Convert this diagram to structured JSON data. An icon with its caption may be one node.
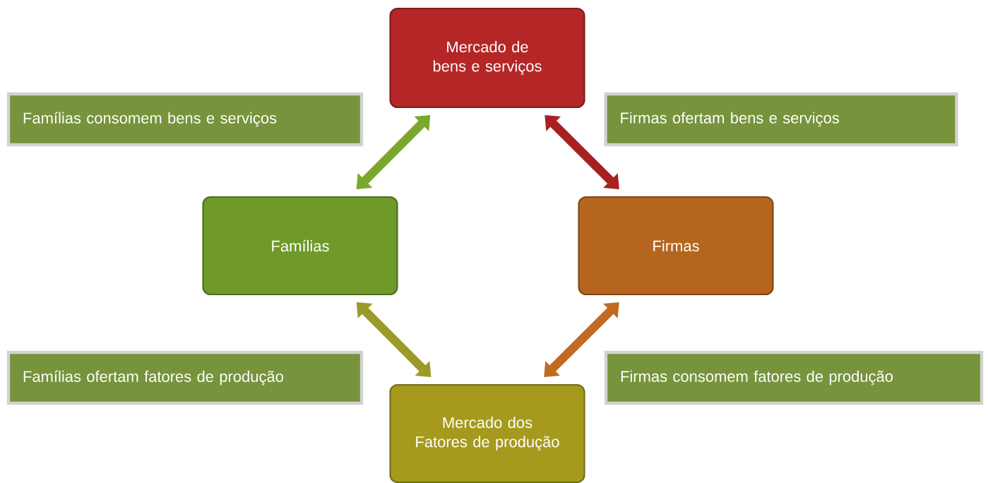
{
  "diagram": {
    "nodes": [
      {
        "text": [
          "Mercado de bens e serviços"
        ]
      },
      {
        "text": [
          "Famílias"
        ]
      },
      {
        "text": [
          "Firmas"
        ]
      },
      {
        "text": [
          "Mercado dos Fatores de produção"
        ]
      },
      {
        "text": [
          "Famílias consomem bens e serviços"
        ]
      },
      {
        "text": [
          "Firmas ofertam bens e serviços"
        ]
      },
      {
        "text": [
          "Famílias ofertam fatores de produção"
        ]
      },
      {
        "text": [
          "Firmas consomem fatores de produção"
        ]
      }
    ],
    "edges": [
      {
        "from": 0,
        "to": 1,
        "arrow": "both",
        "color": "#7aa82c"
      },
      {
        "from": 0,
        "to": 2,
        "arrow": "both",
        "color": "#a82020"
      },
      {
        "from": 1,
        "to": 3,
        "arrow": "both",
        "color": "#9c9a28"
      },
      {
        "from": 2,
        "to": 3,
        "arrow": "both",
        "color": "#c06a22"
      }
    ]
  }
}
